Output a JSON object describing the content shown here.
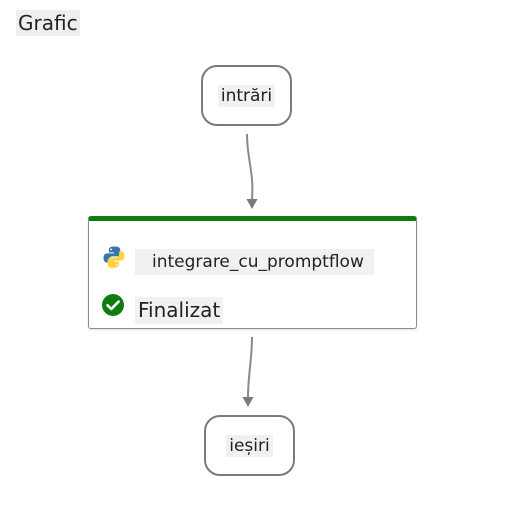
{
  "graph": {
    "title": "Grafic"
  },
  "nodes": {
    "inputs": {
      "label": "intrări"
    },
    "step": {
      "name": "integrare_cu_promptflow",
      "icon": "python-icon",
      "status": "Finalizat",
      "status_icon": "check-circle-icon",
      "accent_color": "#107c10"
    },
    "outputs": {
      "label": "ieșiri"
    }
  },
  "edges": [
    {
      "from": "intrări",
      "to": "integrare_cu_promptflow"
    },
    {
      "from": "integrare_cu_promptflow",
      "to": "ieșiri"
    }
  ]
}
